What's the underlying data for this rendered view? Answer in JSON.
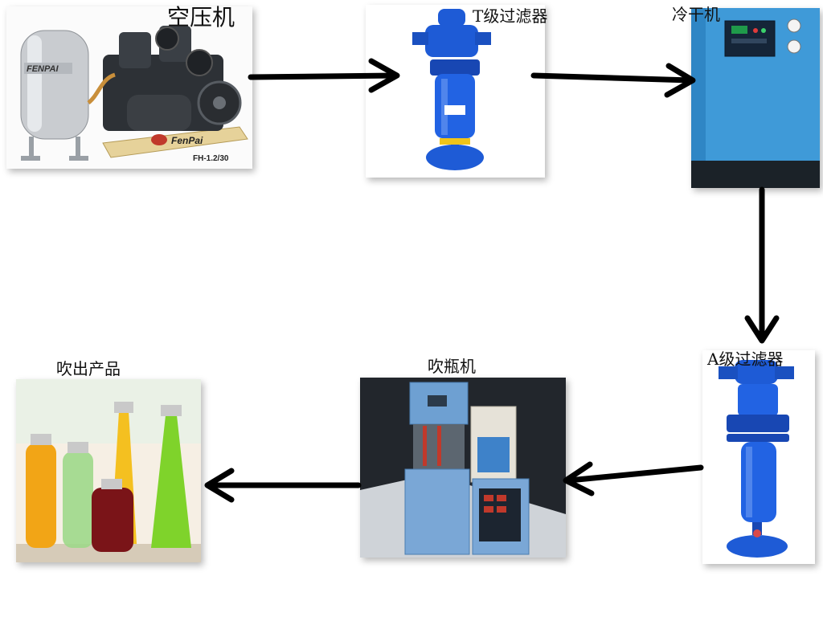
{
  "colors": {
    "equipment_blue": "#1e5bd6",
    "cabinet_blue": "#3f9ad8",
    "arrow": "#000000"
  },
  "nodes": {
    "compressor": {
      "label": "空压机",
      "brand_text": "FENPAI",
      "brand_text_base": "FenPai",
      "model_text": "FH-1.2/30"
    },
    "t_filter": {
      "label": "T级过滤器"
    },
    "dryer": {
      "label": "冷干机"
    },
    "a_filter": {
      "label": "A级过滤器"
    },
    "blow_molder": {
      "label": "吹瓶机"
    },
    "products": {
      "label": "吹出产品"
    }
  },
  "flow": [
    {
      "from": "compressor",
      "to": "t_filter"
    },
    {
      "from": "t_filter",
      "to": "dryer"
    },
    {
      "from": "dryer",
      "to": "a_filter"
    },
    {
      "from": "a_filter",
      "to": "blow_molder"
    },
    {
      "from": "blow_molder",
      "to": "products"
    }
  ]
}
